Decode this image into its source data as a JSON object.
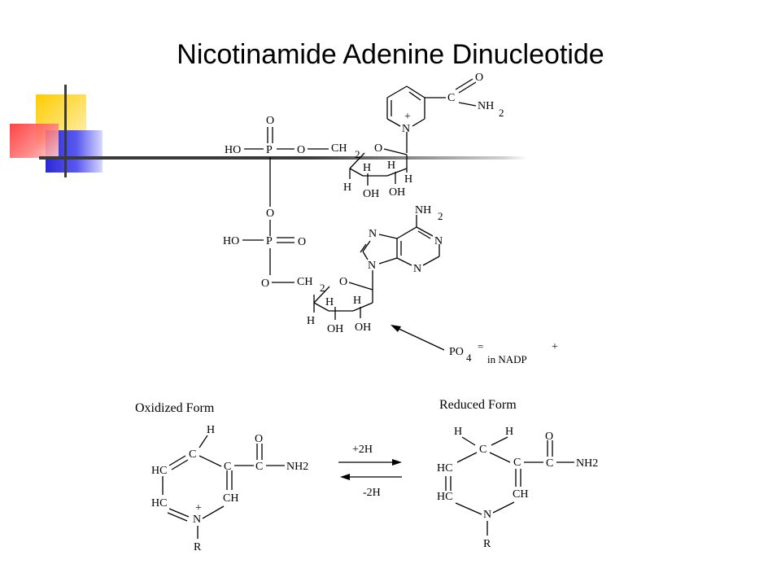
{
  "slide": {
    "title": "Nicotinamide Adenine Dinucleotide"
  },
  "colors": {
    "yellow": "#ffcc00",
    "red": "#ff4040",
    "blue": "#2a2ad6",
    "divider": "#3a3a3a"
  },
  "labels": {
    "oxidized": "Oxidized Form",
    "reduced": "Reduced Form",
    "plus2h": "+2H",
    "minus2h": "-2H",
    "po4": "PO",
    "po4_sub": "4",
    "po4_charge": "=",
    "in_nadp": "in NADP",
    "nadp_charge": "+"
  },
  "atoms": {
    "O": "O",
    "C": "C",
    "N": "N",
    "H": "H",
    "P": "P",
    "HO": "HO",
    "OH": "OH",
    "NH": "NH",
    "CH": "CH",
    "HC": "HC",
    "NH2": "NH2",
    "R": "R",
    "two": "2",
    "plus": "+"
  }
}
